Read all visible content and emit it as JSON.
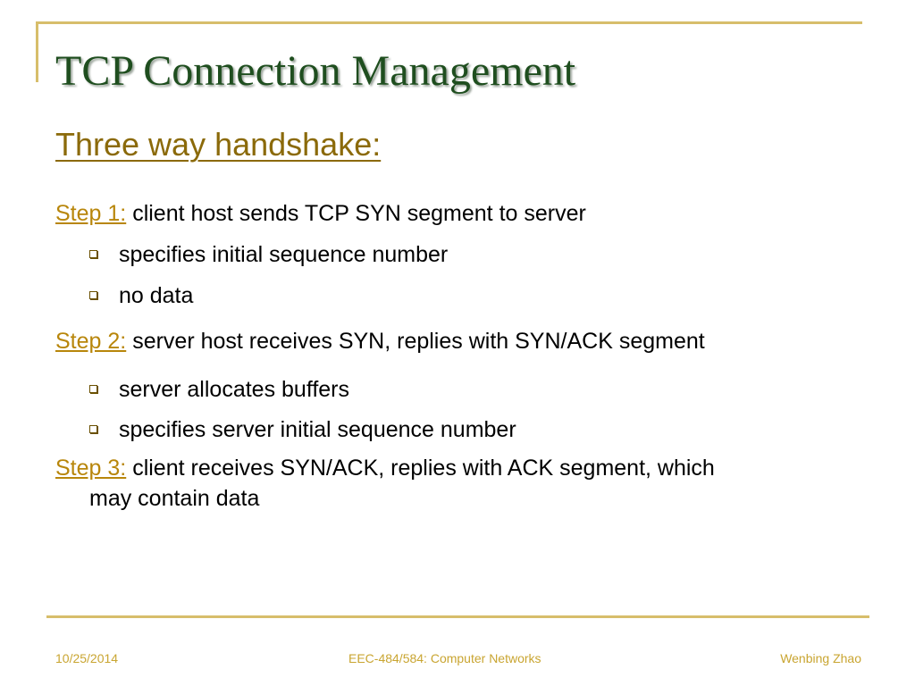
{
  "slide": {
    "title": "TCP Connection Management",
    "subtitle": "Three way handshake:",
    "steps": [
      {
        "label": "Step 1:",
        "text": "client host sends TCP SYN segment to server",
        "bullets": [
          "specifies initial sequence number",
          "no data"
        ]
      },
      {
        "label": "Step 2:",
        "text": "server host receives SYN, replies with SYN/ACK segment",
        "bullets": [
          "server allocates buffers",
          "specifies server initial sequence number"
        ]
      },
      {
        "label": "Step 3:",
        "text": "client receives SYN/ACK, replies with ACK segment, which",
        "text_cont": "may contain data"
      }
    ],
    "bullet_icon": "hollow-square-bullet"
  },
  "footer": {
    "date": "10/25/2014",
    "course": "EEC-484/584: Computer Networks",
    "author": "Wenbing Zhao"
  },
  "colors": {
    "title": "#1f4e1f",
    "subtitle": "#8b6a0a",
    "step_label": "#b8860b",
    "accent_line": "#d7be6b",
    "footer_text": "#c9a531"
  }
}
